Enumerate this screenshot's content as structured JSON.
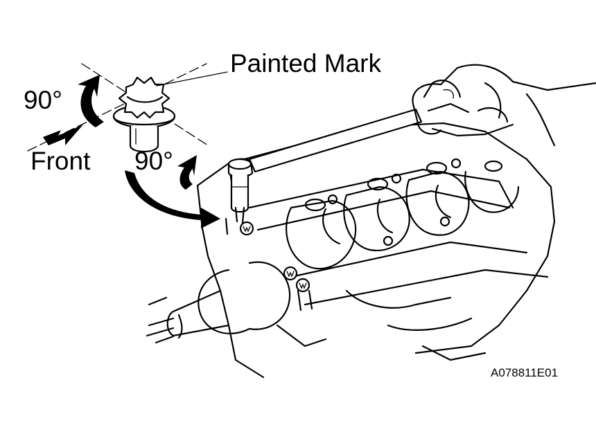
{
  "labels": {
    "painted_mark": "Painted Mark",
    "angle_bolt_head": "90°",
    "front": "Front",
    "angle_wrench": "90°",
    "figure_code": "A078811E01"
  },
  "icons": {
    "rotation_arrow": "curved-arrow-icon",
    "front_direction": "arrow-left-down-icon",
    "tool": "torque-wrench-icon",
    "bolt": "bolt-head-icon"
  },
  "colors": {
    "ink": "#000000",
    "paper": "#ffffff"
  }
}
